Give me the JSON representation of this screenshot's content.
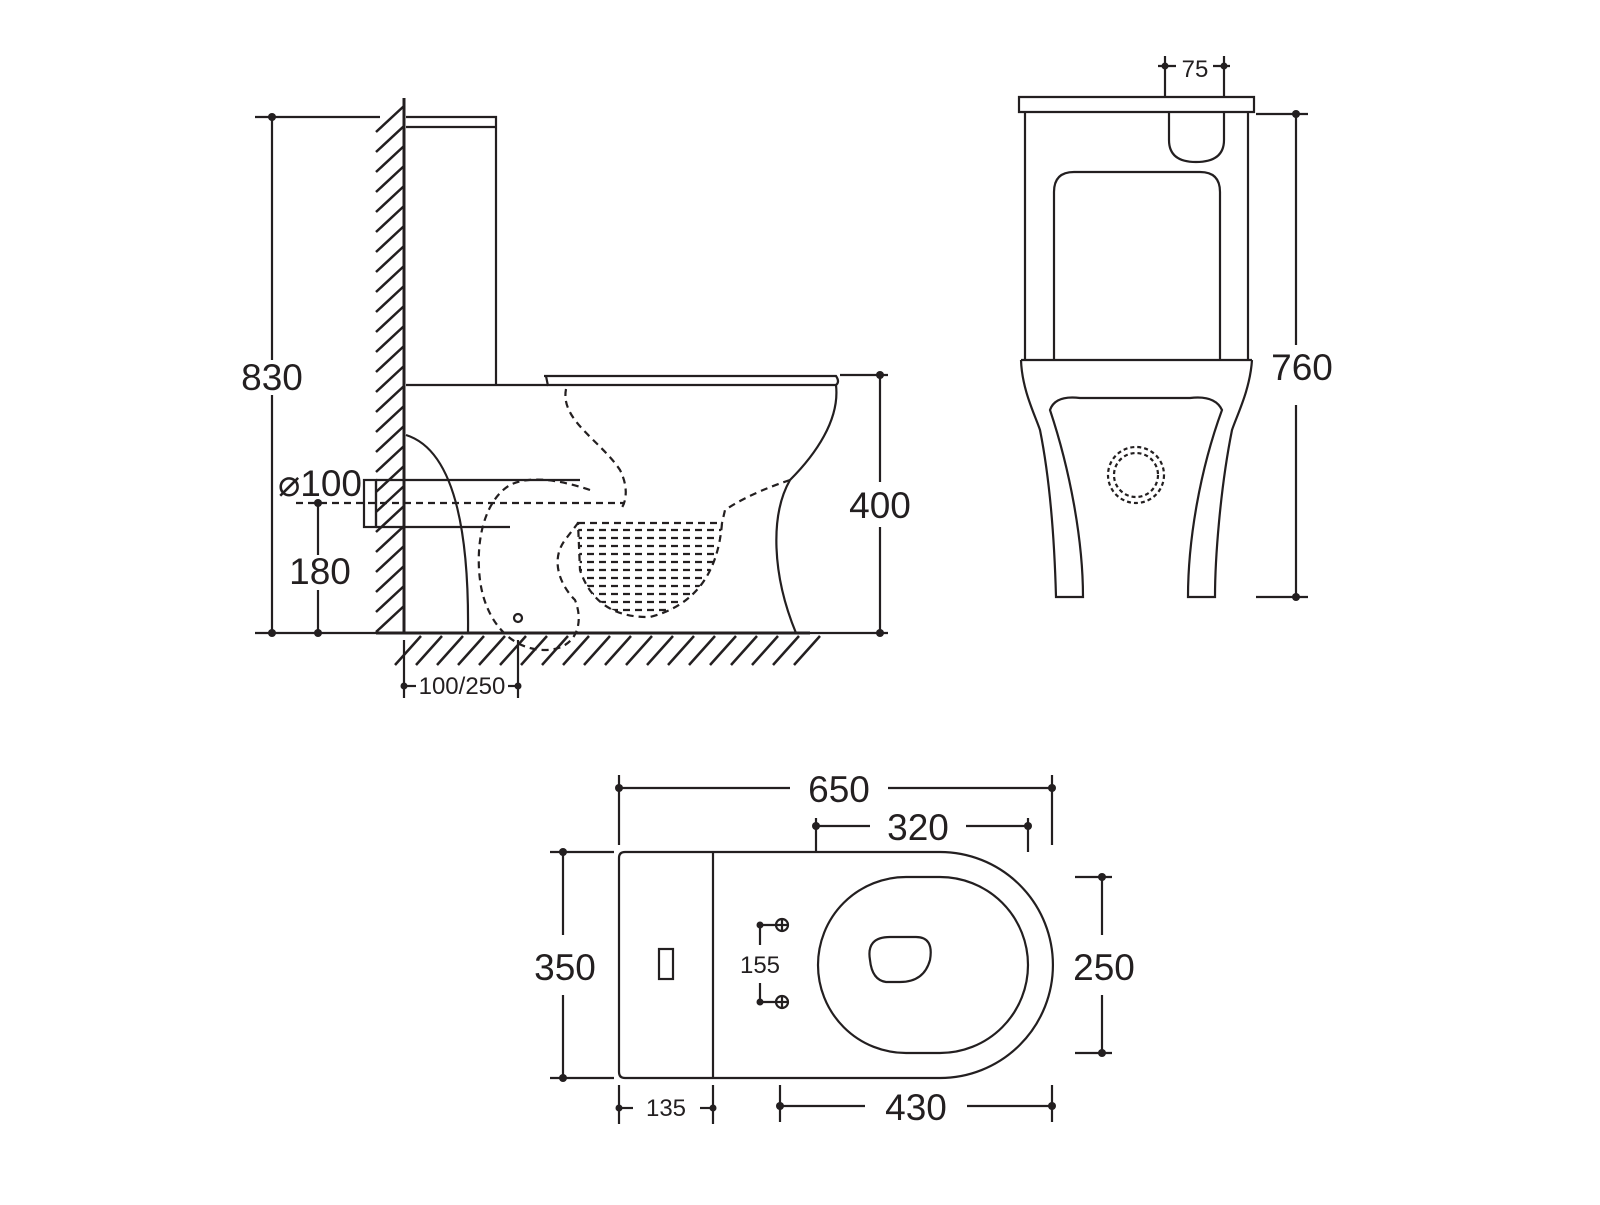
{
  "colors": {
    "ink": "#231f20",
    "background": "#ffffff"
  },
  "side_view": {
    "overall_height": "830",
    "pipe_diameter": "⌀100",
    "pipe_height": "180",
    "seat_height": "400",
    "outlet_offset": "100/250"
  },
  "front_view": {
    "button_width": "75",
    "height": "760"
  },
  "top_view": {
    "total_length": "650",
    "bowl_length": "320",
    "width": "350",
    "seat_width": "250",
    "bolt_spacing": "155",
    "tank_depth": "135",
    "front_length": "430"
  }
}
